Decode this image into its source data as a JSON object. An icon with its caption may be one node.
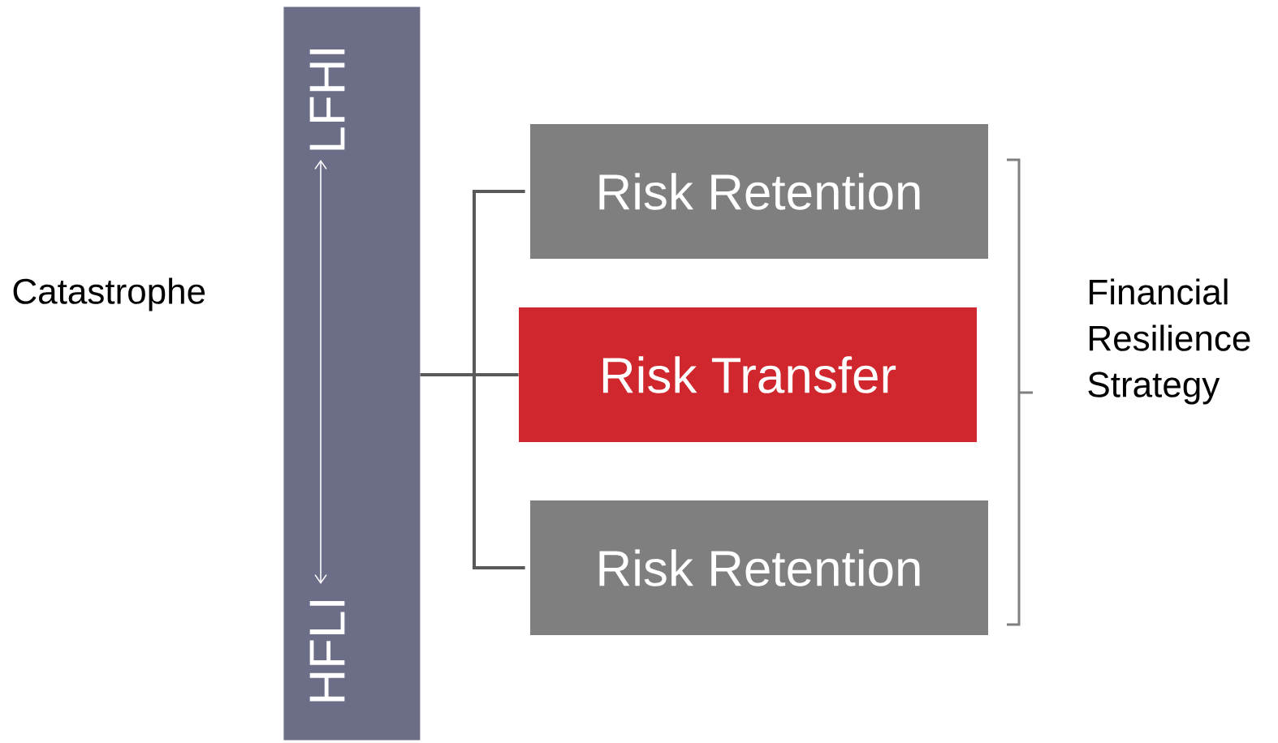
{
  "diagram": {
    "nodes": [
      {
        "text": [
          "LFHI",
          "HFLI"
        ]
      },
      {
        "text": [
          "Risk Retention"
        ]
      },
      {
        "text": [
          "Risk Transfer"
        ]
      },
      {
        "text": [
          "Risk Retention"
        ]
      }
    ],
    "edges": [
      {
        "from": 0,
        "to": 1,
        "arrow": "none"
      },
      {
        "from": 0,
        "to": 2,
        "arrow": "none"
      },
      {
        "from": 0,
        "to": 3,
        "arrow": "none"
      }
    ],
    "labels": [
      "Catastrophe",
      "Financial Resilience Strategy"
    ]
  }
}
